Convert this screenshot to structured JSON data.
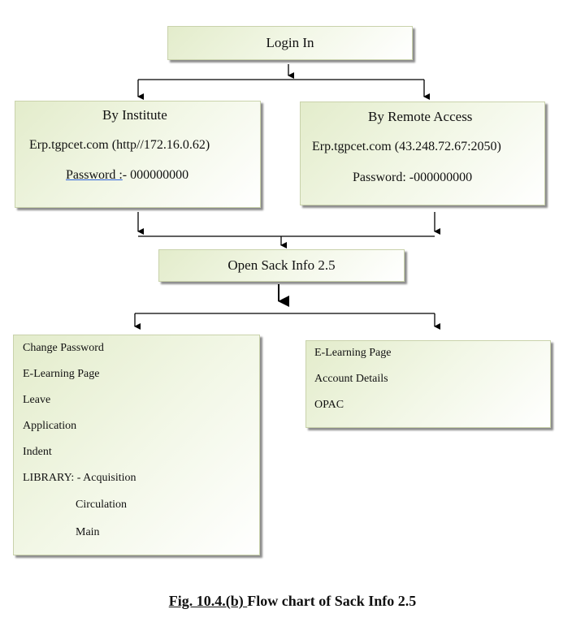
{
  "login": {
    "label": "Login In"
  },
  "institute": {
    "title": "By Institute",
    "url": "Erp.tgpcet.com  (http//172.16.0.62)",
    "password_label": "Password :",
    "password_value": "- 000000000"
  },
  "remote": {
    "title": "By Remote Access",
    "url": "Erp.tgpcet.com (43.248.72.67:2050)",
    "password": "Password: -000000000"
  },
  "sack": {
    "label": "Open Sack Info 2.5"
  },
  "left_menu": {
    "items": [
      "Change Password",
      "E-Learning Page",
      "Leave",
      "Application",
      "Indent",
      "LIBRARY: - Acquisition"
    ],
    "library_sub": [
      "Circulation",
      "Main"
    ]
  },
  "right_menu": {
    "items": [
      "E-Learning Page",
      "Account Details",
      "OPAC"
    ]
  },
  "caption": {
    "fig": "Fig. 10.4.(b) ",
    "text": "Flow chart of Sack Info 2.5"
  },
  "colors": {
    "box_fill": "#e3eccb",
    "box_border": "#c9d2ab",
    "arrow": "#000000"
  }
}
